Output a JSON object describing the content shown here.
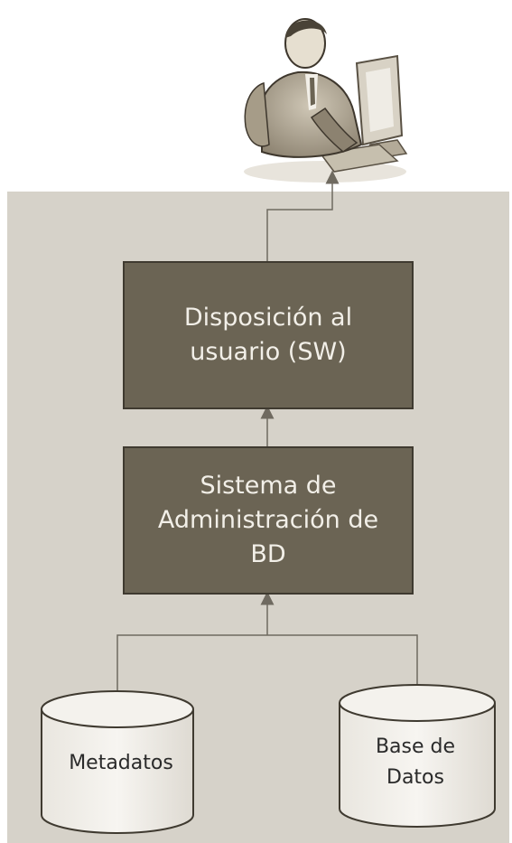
{
  "diagram": {
    "user_box": {
      "line1": "Disposición al",
      "line2": "usuario (SW)"
    },
    "dbms_box": {
      "line1": "Sistema de",
      "line2": "Administración de",
      "line3": "BD"
    },
    "metadata_store": {
      "label": "Metadatos"
    },
    "database_store": {
      "line1": "Base de",
      "line2": "Datos"
    },
    "user_icon": "user-at-computer-icon"
  },
  "colors": {
    "panel": "#d6d2c9",
    "box_fill": "#6b6454",
    "box_text": "#f2efe8",
    "connector": "#6f6a60"
  }
}
